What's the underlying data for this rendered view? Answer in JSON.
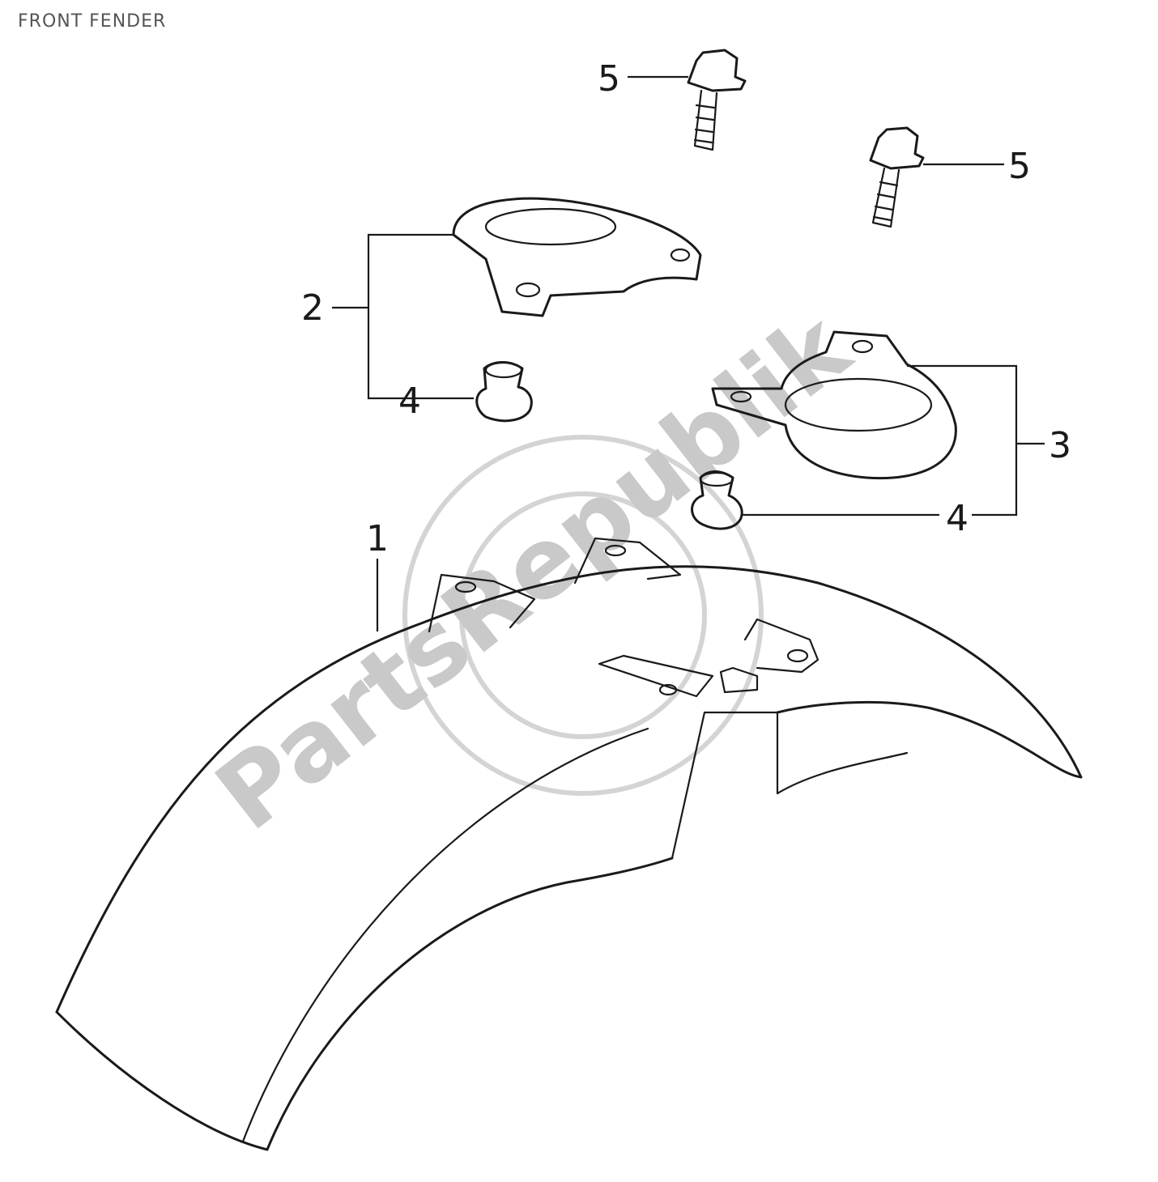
{
  "header": {
    "title": "FRONT FENDER"
  },
  "callouts": {
    "c1": "1",
    "c2": "2",
    "c3": "3",
    "c4a": "4",
    "c4b": "4",
    "c5a": "5",
    "c5b": "5"
  },
  "watermark": {
    "text": "PartsRepublik"
  },
  "colors": {
    "line": "#1a1a1a",
    "title": "#555555",
    "watermark": "#c9c9c9"
  }
}
